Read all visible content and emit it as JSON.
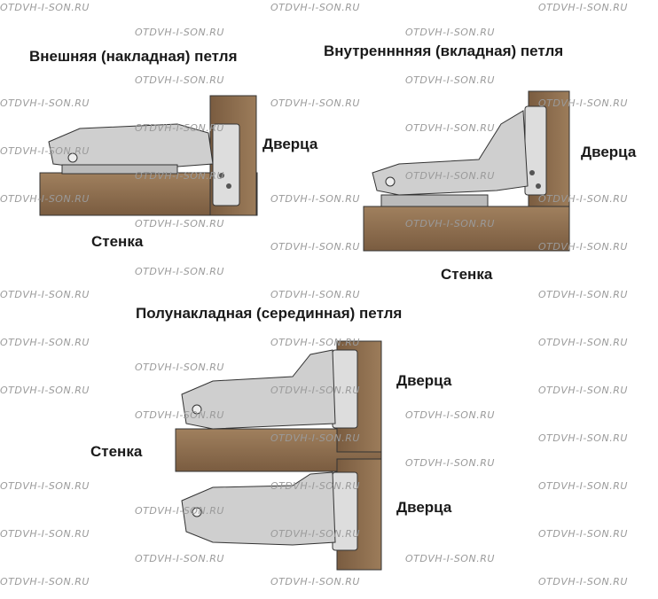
{
  "watermark": "OTDVH-I-SON.RU",
  "diagrams": {
    "overlay": {
      "title": "Внешняя (накладная) петля",
      "door": "Дверца",
      "wall": "Стенка"
    },
    "inset": {
      "title": "Внутренннняя (вкладная) петля",
      "door": "Дверца",
      "wall": "Стенка"
    },
    "half_overlay": {
      "title": "Полунакладная (серединная) петля",
      "door_top": "Дверца",
      "door_bottom": "Дверца",
      "wall": "Стенка"
    }
  },
  "colors": {
    "wood": "#8a6b4c",
    "wood_dark": "#5e4530",
    "hinge": "#cfcfcf",
    "outline": "#333333"
  }
}
